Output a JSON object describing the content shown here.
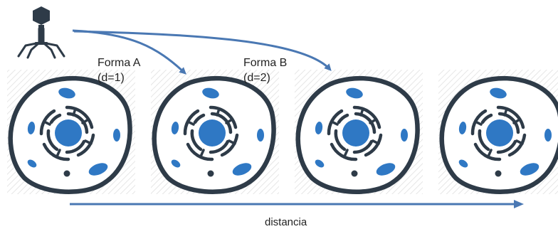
{
  "labels": {
    "form_a_name": "Forma A",
    "form_a_distance": "(d=1)",
    "form_b_name": "Forma B",
    "form_b_distance": "(d=2)",
    "axis": "distancia"
  },
  "cells": [
    {
      "name": "cell-1"
    },
    {
      "name": "cell-2"
    },
    {
      "name": "cell-3"
    },
    {
      "name": "cell-4"
    }
  ],
  "icons": {
    "virus": "bacteriophage-icon",
    "cell": "eukaryotic-cell-icon"
  },
  "colors": {
    "cell_outline": "#2e3b48",
    "organelle_blue": "#2f78c4",
    "arrow_blue": "#4a78b3",
    "hatch": "#e6e6e6",
    "text": "#222222"
  }
}
